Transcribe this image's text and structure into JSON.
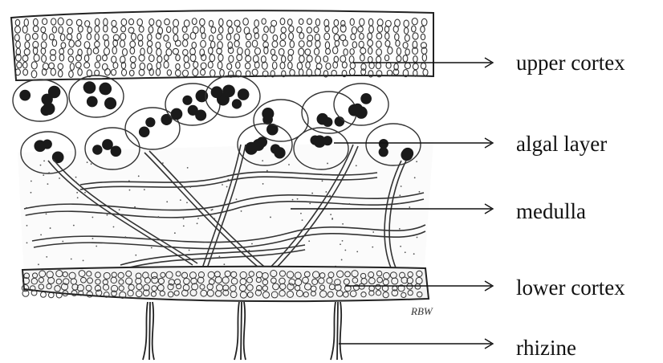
{
  "diagram": {
    "labels": [
      {
        "id": "upper-cortex",
        "text": "upper cortex"
      },
      {
        "id": "algal-layer",
        "text": "algal layer"
      },
      {
        "id": "medulla",
        "text": "medulla"
      },
      {
        "id": "lower-cortex",
        "text": "lower cortex"
      },
      {
        "id": "rhizine",
        "text": "rhizine"
      }
    ],
    "signature": "RBW"
  }
}
